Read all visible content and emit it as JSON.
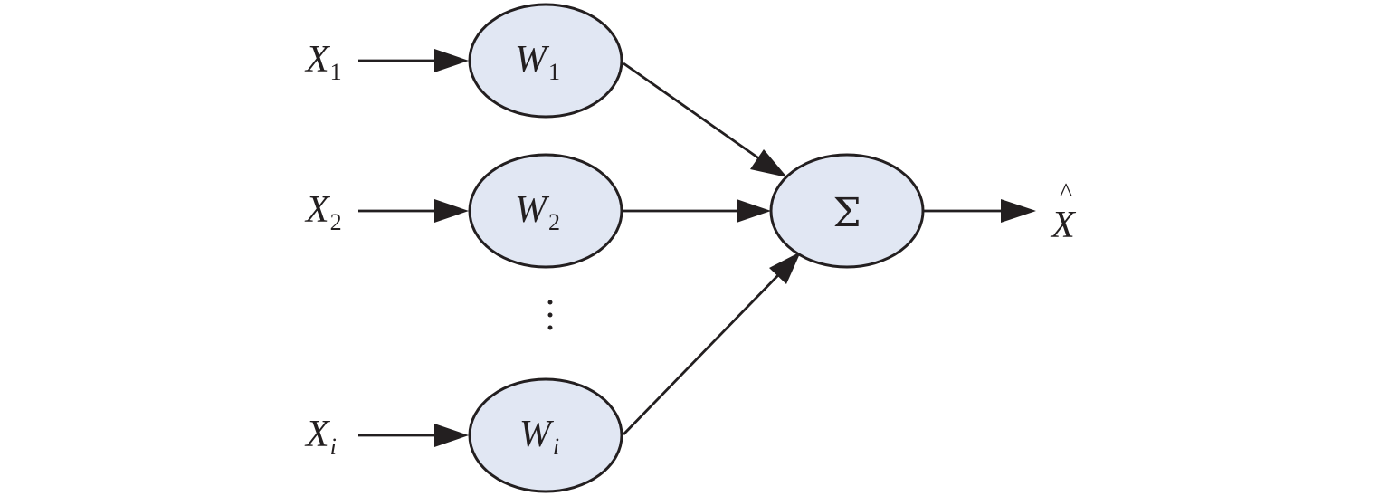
{
  "inputs": [
    {
      "main": "X",
      "sub": "1"
    },
    {
      "main": "X",
      "sub": "2"
    },
    {
      "main": "X",
      "sub": "i"
    }
  ],
  "weights": [
    {
      "main": "W",
      "sub": "1"
    },
    {
      "main": "W",
      "sub": "2"
    },
    {
      "main": "W",
      "sub": "i"
    }
  ],
  "sum_node": {
    "symbol": "Σ"
  },
  "output": {
    "main": "X",
    "accent": "^"
  },
  "colors": {
    "node_fill": "#e1e7f3",
    "stroke": "#231f20"
  }
}
